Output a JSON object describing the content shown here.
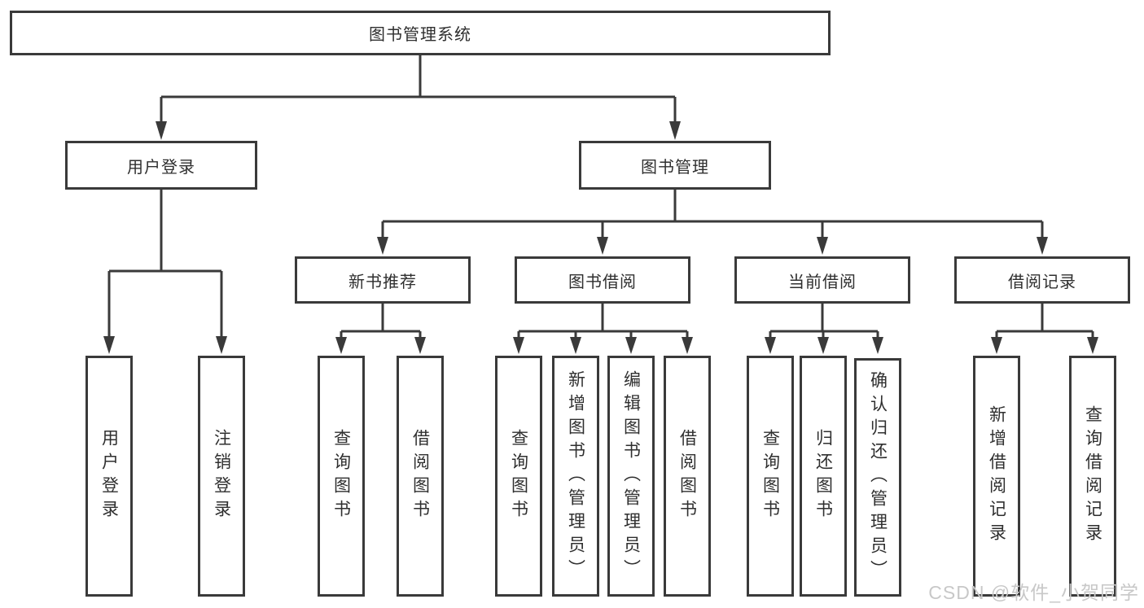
{
  "tree": {
    "label": "图书管理系统",
    "children": [
      {
        "label": "用户登录",
        "children": [
          {
            "label": "用户登录"
          },
          {
            "label": "注销登录"
          }
        ]
      },
      {
        "label": "图书管理",
        "children": [
          {
            "label": "新书推荐",
            "children": [
              {
                "label": "查询图书"
              },
              {
                "label": "借阅图书"
              }
            ]
          },
          {
            "label": "图书借阅",
            "children": [
              {
                "label": "查询图书"
              },
              {
                "label": "新增图书（管理员）"
              },
              {
                "label": "编辑图书（管理员）"
              },
              {
                "label": "借阅图书"
              }
            ]
          },
          {
            "label": "当前借阅",
            "children": [
              {
                "label": "查询图书"
              },
              {
                "label": "归还图书"
              },
              {
                "label": "确认归还（管理员）"
              }
            ]
          },
          {
            "label": "借阅记录",
            "children": [
              {
                "label": "新增借阅记录"
              },
              {
                "label": "查询借阅记录"
              }
            ]
          }
        ]
      }
    ]
  },
  "watermark": "CSDN @软件_小贺同学",
  "colors": {
    "line": "#3a3a3a",
    "text": "#2f2f2f",
    "watermark": "#c8c8c8",
    "background": "#ffffff"
  }
}
